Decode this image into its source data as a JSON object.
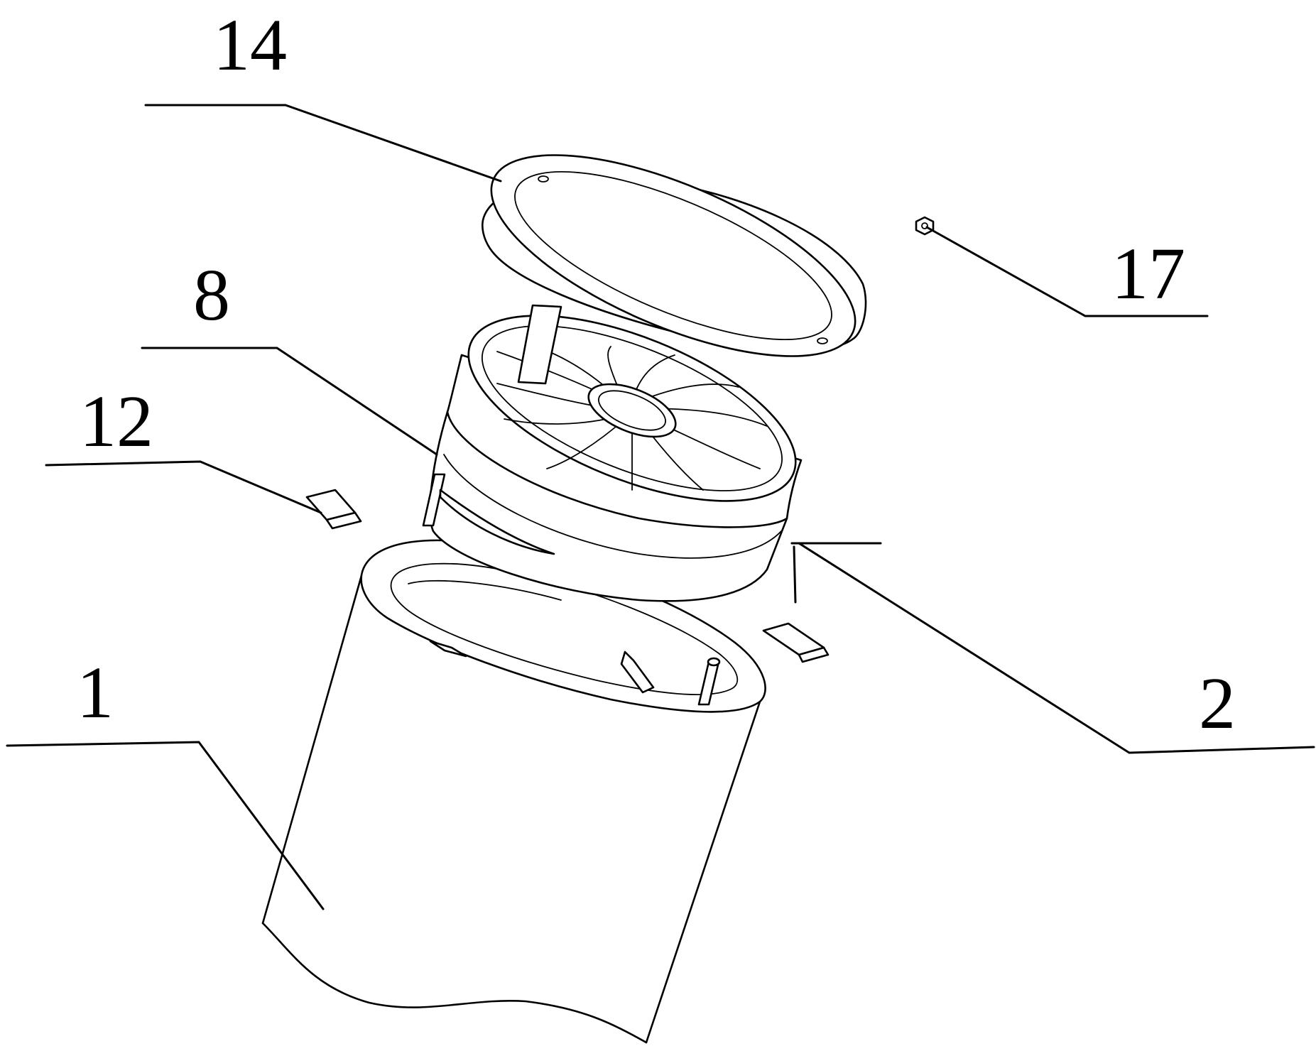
{
  "callouts": {
    "c14": "14",
    "c17": "17",
    "c8": "8",
    "c12": "12",
    "c1": "1",
    "c2": "2"
  }
}
